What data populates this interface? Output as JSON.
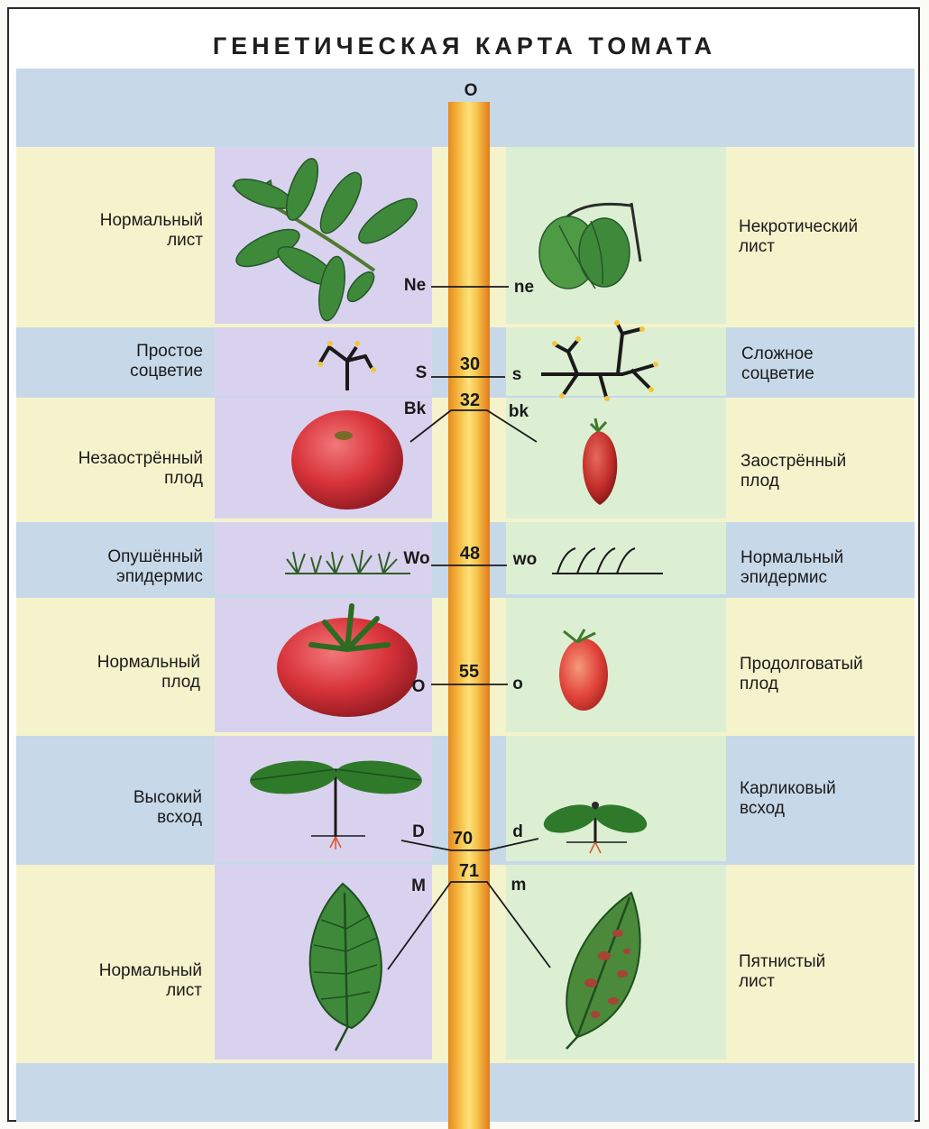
{
  "title": "ГЕНЕТИЧЕСКАЯ КАРТА ТОМАТА",
  "origin_label": "O",
  "rows": [
    {
      "left": "Нормальный\nлист",
      "right": "Некротический\nлист",
      "allele_left": "Ne",
      "allele_right": "ne",
      "position": ""
    },
    {
      "left": "Простое\nсоцветие",
      "right": "Сложное\nсоцветие",
      "allele_left": "S",
      "allele_right": "s",
      "position": "30"
    },
    {
      "left": "Незаострённый\nплод",
      "right": "Заострённый\nплод",
      "allele_left": "Bk",
      "allele_right": "bk",
      "position": "32"
    },
    {
      "left": "Опушённый\nэпидермис",
      "right": "Нормальный\nэпидермис",
      "allele_left": "Wo",
      "allele_right": "wo",
      "position": "48"
    },
    {
      "left": "Нормальный\nплод",
      "right": "Продолговатый\nплод",
      "allele_left": "O",
      "allele_right": "o",
      "position": "55"
    },
    {
      "left": "Высокий\nвсход",
      "right": "Карликовый\nвсход",
      "allele_left": "D",
      "allele_right": "d",
      "position": "70"
    },
    {
      "left": "Нормальный\nлист",
      "right": "Пятнистый\nлист",
      "allele_left": "M",
      "allele_right": "m",
      "position": "71"
    }
  ],
  "colors": {
    "band_blue": "#c7d8e9",
    "band_yellow": "#f5f3cc",
    "panel_left": "#d9d2ee",
    "panel_right": "#dcefd3",
    "leaf_green": "#3e8a3a",
    "fruit_red": "#d8333a",
    "chromosome": "#f6c24a"
  }
}
